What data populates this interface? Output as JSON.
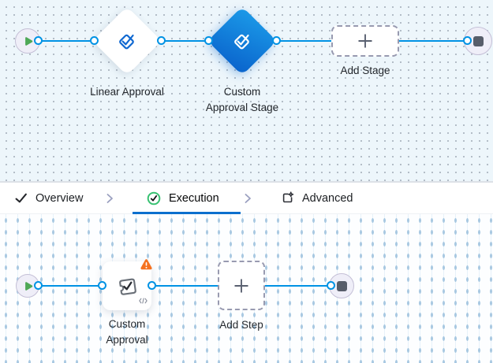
{
  "stage_canvas": {
    "start_node_icon": "play-icon",
    "end_node_icon": "stop-icon",
    "linear_stage": {
      "label": "Linear Approval",
      "icon": "approval-diamond-icon"
    },
    "custom_stage": {
      "label_lines": [
        "Custom",
        "Approval Stage"
      ],
      "icon": "approval-diamond-icon",
      "selected": true
    },
    "add_stage": {
      "label": "Add Stage",
      "icon": "plus-icon"
    }
  },
  "tab_bar": {
    "tabs": [
      {
        "label": "Overview",
        "icon": "check-icon",
        "active": false
      },
      {
        "label": "Execution",
        "icon": "check-circle-icon",
        "active": true
      },
      {
        "label": "Advanced",
        "icon": "box-gear-icon",
        "active": false
      }
    ],
    "separator_icon": "chevron-right-icon"
  },
  "step_canvas": {
    "start_node_icon": "play-icon",
    "end_node_icon": "stop-icon",
    "custom_step": {
      "label_lines": [
        "Custom",
        "Approval"
      ],
      "icon": "stamp-check-icon",
      "warning_icon": "warning-triangle-icon",
      "code_icon": "code-icon"
    },
    "add_step": {
      "label": "Add Step",
      "icon": "plus-icon"
    }
  },
  "colors": {
    "edge_blue": "#0092e4",
    "selected_stage_gradient_start": "#1b9ae8",
    "selected_stage_gradient_end": "#0a63cc",
    "active_tab_underline": "#0b6fce",
    "success_green": "#38c172",
    "play_green": "#4fa857",
    "warning_orange": "#f5711f"
  }
}
